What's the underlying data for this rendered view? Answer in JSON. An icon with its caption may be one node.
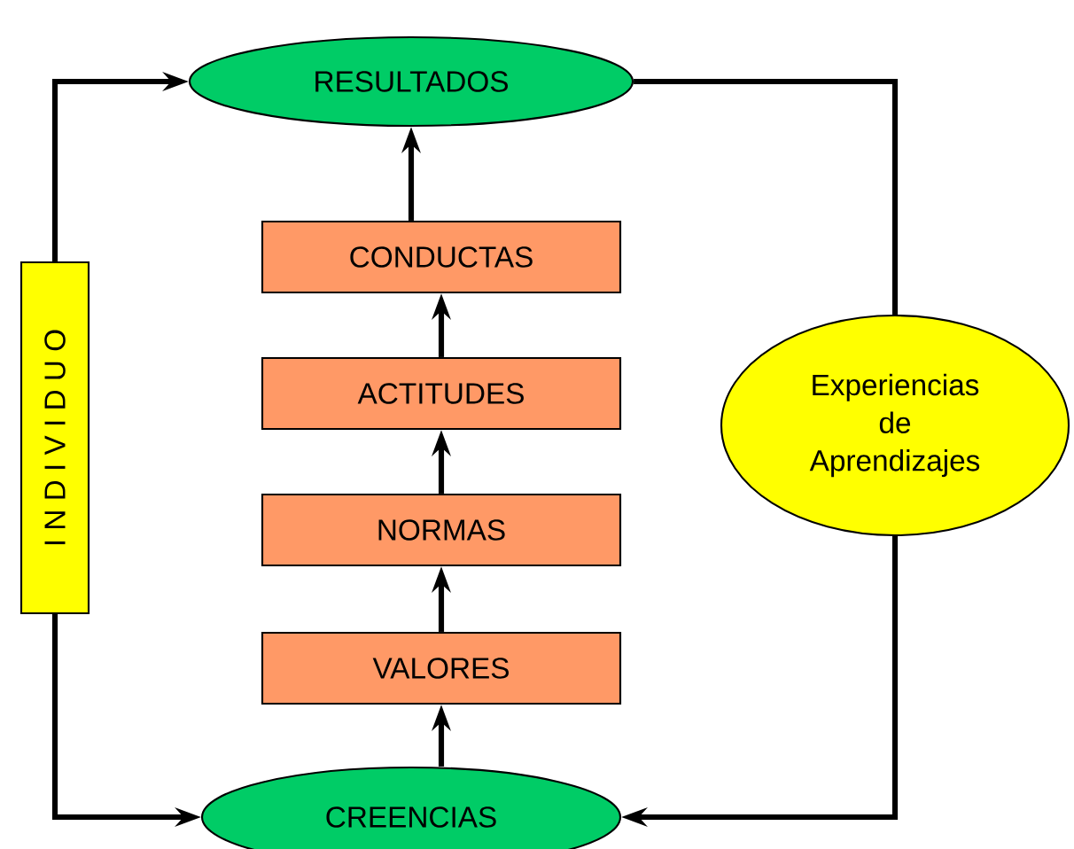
{
  "diagram": {
    "nodes": [
      {
        "text": [
          "RESULTADOS"
        ]
      },
      {
        "text": [
          "CONDUCTAS"
        ]
      },
      {
        "text": [
          "ACTITUDES"
        ]
      },
      {
        "text": [
          "NORMAS"
        ]
      },
      {
        "text": [
          "VALORES"
        ]
      },
      {
        "text": [
          "CREENCIAS"
        ]
      },
      {
        "text": [
          "I N D I V I D U O"
        ]
      },
      {
        "text": [
          "Experiencias de Aprendizajes"
        ]
      }
    ],
    "edges": [
      {
        "from": 5,
        "to": 4,
        "arrow": "to"
      },
      {
        "from": 4,
        "to": 3,
        "arrow": "to"
      },
      {
        "from": 3,
        "to": 2,
        "arrow": "to"
      },
      {
        "from": 2,
        "to": 1,
        "arrow": "to"
      },
      {
        "from": 1,
        "to": 0,
        "arrow": "to"
      },
      {
        "from": 6,
        "to": 0,
        "arrow": "to"
      },
      {
        "from": 6,
        "to": 5,
        "arrow": "to"
      },
      {
        "from": 0,
        "to": 7,
        "arrow": "none"
      },
      {
        "from": 7,
        "to": 5,
        "arrow": "to"
      }
    ]
  }
}
